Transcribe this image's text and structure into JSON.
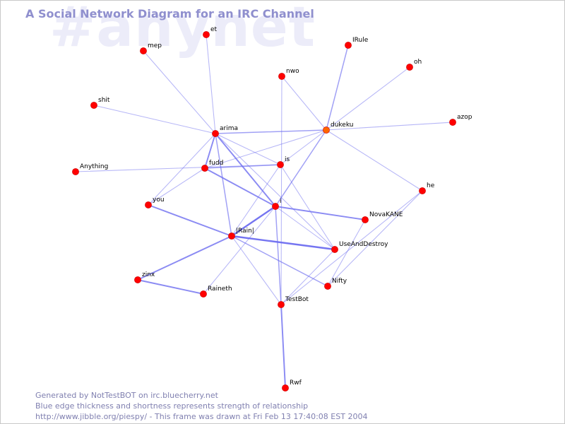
{
  "channel": "#anynet",
  "title": "A Social Network Diagram for an IRC Channel",
  "colors": {
    "edge": "#6e6ef0",
    "node": "#ff0000",
    "node_stroke": "#cc0000",
    "node_highlight": "#ff6600"
  },
  "network": {
    "nodes": [
      {
        "id": "et",
        "label": "et"
      },
      {
        "id": "mep",
        "label": "mep"
      },
      {
        "id": "IRule",
        "label": "IRule"
      },
      {
        "id": "oh",
        "label": "oh"
      },
      {
        "id": "nwo",
        "label": "nwo"
      },
      {
        "id": "shit",
        "label": "shit"
      },
      {
        "id": "arima",
        "label": "arima"
      },
      {
        "id": "dukeku",
        "label": "dukeku",
        "highlight": true
      },
      {
        "id": "azop",
        "label": "azop"
      },
      {
        "id": "fudd",
        "label": "fudd"
      },
      {
        "id": "is",
        "label": "is"
      },
      {
        "id": "Anything",
        "label": "Anything"
      },
      {
        "id": "he",
        "label": "he"
      },
      {
        "id": "you",
        "label": "you"
      },
      {
        "id": "i",
        "label": "i"
      },
      {
        "id": "NovaKANE",
        "label": "NovaKANE"
      },
      {
        "id": "Rain",
        "label": "|Rain|"
      },
      {
        "id": "UseAndDestroy",
        "label": "UseAndDestroy"
      },
      {
        "id": "zinx",
        "label": "zinx"
      },
      {
        "id": "Nifty",
        "label": "Nifty"
      },
      {
        "id": "Raineth",
        "label": "Raineth"
      },
      {
        "id": "TestBot",
        "label": "TestBot"
      },
      {
        "id": "Rwf",
        "label": "Rwf"
      }
    ],
    "edges": [
      {
        "source": "et",
        "target": "arima",
        "strength": 1
      },
      {
        "source": "mep",
        "target": "arima",
        "strength": 1
      },
      {
        "source": "shit",
        "target": "arima",
        "strength": 1
      },
      {
        "source": "IRule",
        "target": "dukeku",
        "strength": 2
      },
      {
        "source": "oh",
        "target": "dukeku",
        "strength": 1
      },
      {
        "source": "azop",
        "target": "dukeku",
        "strength": 1
      },
      {
        "source": "nwo",
        "target": "dukeku",
        "strength": 1
      },
      {
        "source": "nwo",
        "target": "TestBot",
        "strength": 1
      },
      {
        "source": "arima",
        "target": "dukeku",
        "strength": 2
      },
      {
        "source": "arima",
        "target": "fudd",
        "strength": 3
      },
      {
        "source": "arima",
        "target": "i",
        "strength": 3
      },
      {
        "source": "arima",
        "target": "Rain",
        "strength": 2
      },
      {
        "source": "arima",
        "target": "is",
        "strength": 1
      },
      {
        "source": "arima",
        "target": "you",
        "strength": 1
      },
      {
        "source": "arima",
        "target": "UseAndDestroy",
        "strength": 1
      },
      {
        "source": "dukeku",
        "target": "fudd",
        "strength": 1
      },
      {
        "source": "dukeku",
        "target": "is",
        "strength": 1
      },
      {
        "source": "dukeku",
        "target": "i",
        "strength": 2
      },
      {
        "source": "dukeku",
        "target": "he",
        "strength": 1
      },
      {
        "source": "fudd",
        "target": "is",
        "strength": 2
      },
      {
        "source": "fudd",
        "target": "i",
        "strength": 3
      },
      {
        "source": "fudd",
        "target": "you",
        "strength": 1
      },
      {
        "source": "Anything",
        "target": "is",
        "strength": 1
      },
      {
        "source": "is",
        "target": "Rain",
        "strength": 1
      },
      {
        "source": "is",
        "target": "UseAndDestroy",
        "strength": 1
      },
      {
        "source": "he",
        "target": "Nifty",
        "strength": 1
      },
      {
        "source": "he",
        "target": "TestBot",
        "strength": 1
      },
      {
        "source": "you",
        "target": "Rain",
        "strength": 3
      },
      {
        "source": "i",
        "target": "Rain",
        "strength": 4
      },
      {
        "source": "i",
        "target": "NovaKANE",
        "strength": 3
      },
      {
        "source": "i",
        "target": "TestBot",
        "strength": 2
      },
      {
        "source": "i",
        "target": "UseAndDestroy",
        "strength": 1
      },
      {
        "source": "i",
        "target": "Raineth",
        "strength": 1
      },
      {
        "source": "NovaKANE",
        "target": "Nifty",
        "strength": 1
      },
      {
        "source": "Rain",
        "target": "UseAndDestroy",
        "strength": 4
      },
      {
        "source": "Rain",
        "target": "zinx",
        "strength": 3
      },
      {
        "source": "Rain",
        "target": "Nifty",
        "strength": 2
      },
      {
        "source": "Rain",
        "target": "TestBot",
        "strength": 1
      },
      {
        "source": "UseAndDestroy",
        "target": "TestBot",
        "strength": 1
      },
      {
        "source": "zinx",
        "target": "Raineth",
        "strength": 3
      },
      {
        "source": "TestBot",
        "target": "Rwf",
        "strength": 3
      }
    ]
  },
  "footer": {
    "line1": "Generated by NotTestBOT on irc.bluecherry.net",
    "line2": "Blue edge thickness and shortness represents strength of relationship",
    "line3": "http://www.jibble.org/piespy/ - This frame was drawn at Fri Feb 13 17:40:08 EST 2004"
  }
}
